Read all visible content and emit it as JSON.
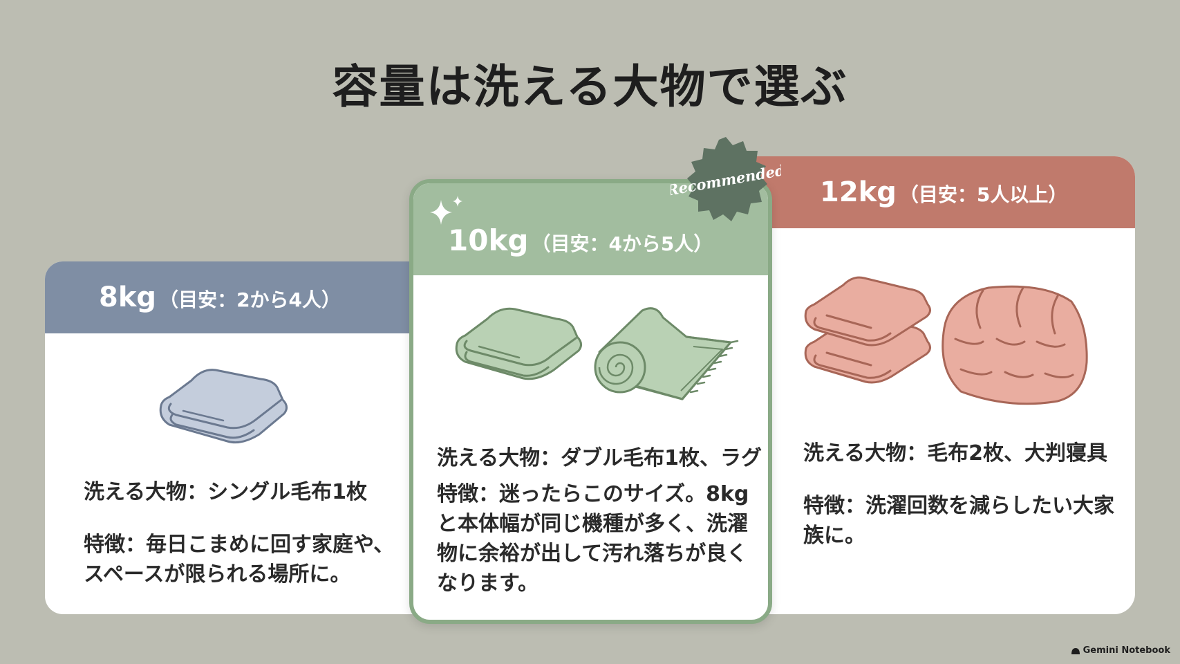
{
  "title": "容量は洗える大物で選ぶ",
  "badge_label": "Recommended",
  "cards": [
    {
      "capacity": "8kg",
      "guide": "（目安：2から4人）",
      "spec": "洗える大物：シングル毛布1枚",
      "feature": "特徴：毎日こまめに回す家庭や、スペースが限られる場所に。",
      "color": "#7f8ea4"
    },
    {
      "capacity": "10kg",
      "guide": "（目安：4から5人）",
      "spec": "洗える大物：ダブル毛布1枚、ラグ",
      "feature": "特徴：迷ったらこのサイズ。8kgと本体幅が同じ機種が多く、洗濯物に余裕が出して汚れ落ちが良くなります。",
      "color": "#a2bd9f"
    },
    {
      "capacity": "12kg",
      "guide": "（目安：5人以上）",
      "spec": "洗える大物：毛布2枚、大判寝具",
      "feature": "特徴：洗濯回数を減らしたい大家族に。",
      "color": "#c07a6c"
    }
  ],
  "footer": {
    "brand": "Gemini Notebook"
  }
}
